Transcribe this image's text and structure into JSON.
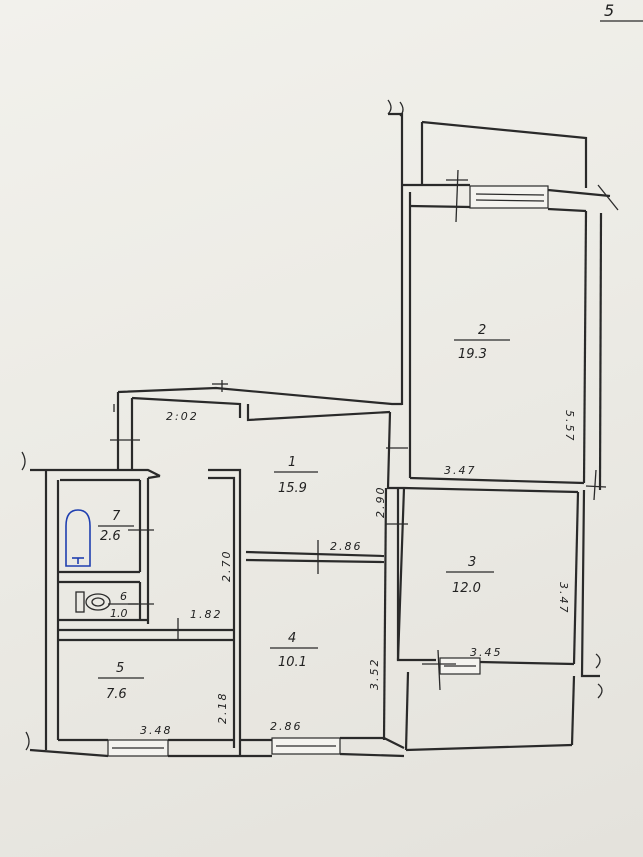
{
  "corner_mark": "5",
  "rooms": [
    {
      "id": "1",
      "number": "1",
      "area": "15.9"
    },
    {
      "id": "2",
      "number": "2",
      "area": "19.3"
    },
    {
      "id": "3",
      "number": "3",
      "area": "12.0"
    },
    {
      "id": "4",
      "number": "4",
      "area": "10.1"
    },
    {
      "id": "5",
      "number": "5",
      "area": "7.6"
    },
    {
      "id": "6",
      "number": "6",
      "area": "1.0"
    },
    {
      "id": "7",
      "number": "7",
      "area": "2.6"
    }
  ],
  "dimensions": {
    "hall_top": "2:02",
    "room2_height": "5.57",
    "room2_width": "3.47",
    "hall_right": "2.90",
    "hall_bottom": "2.86",
    "corridor": "2.70",
    "corridor_bottom": "1.82",
    "room3_height": "3.47",
    "room3_width": "3.45",
    "room4_height": "3.52",
    "room4_width": "2.86",
    "room5_height": "2.18",
    "room5_width": "3.48"
  },
  "colors": {
    "ink": "#2a2a2a",
    "bathtub": "#1f3fb0"
  }
}
